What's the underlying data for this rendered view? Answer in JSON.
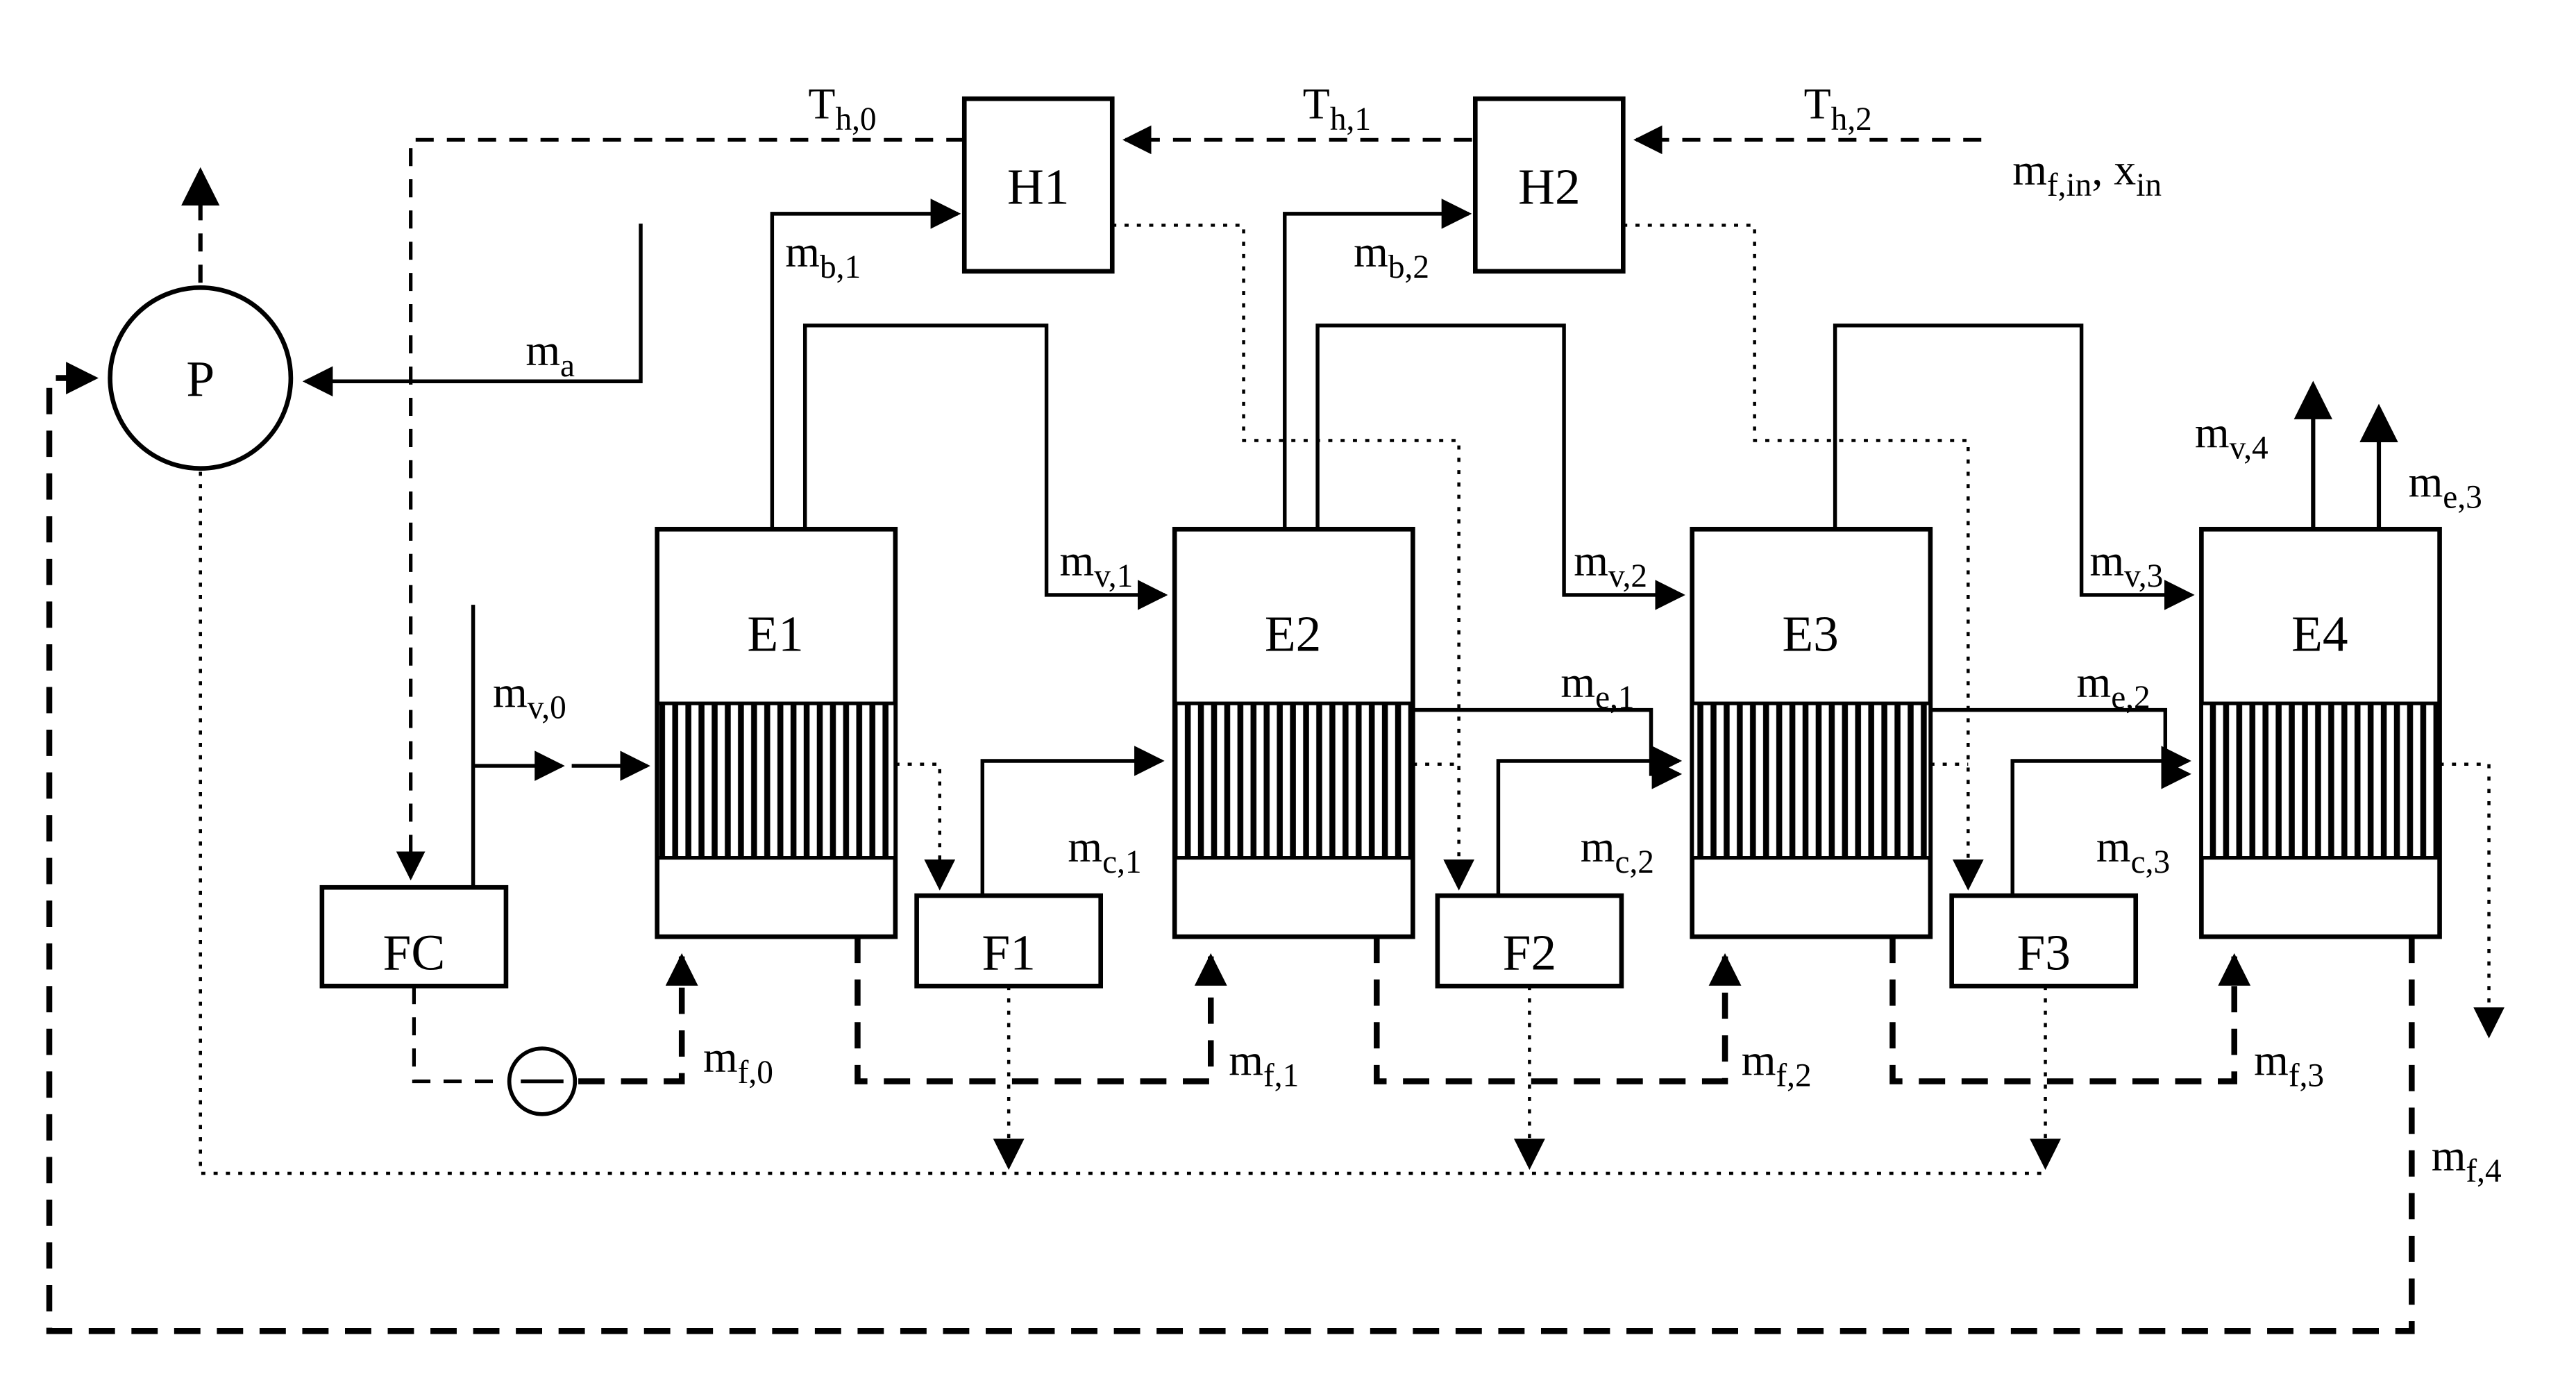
{
  "figure": {
    "type": "process-flow-diagram",
    "description": "Four-effect evaporator train E1-E4 with vapor-bleed heaters H1/H2, flash vessels F1-F3, vacuum pump P, and feed flow controller FC with control valve"
  },
  "colors": {
    "ink": "#000000",
    "background": "#ffffff"
  },
  "nodes": {
    "pump": {
      "label": "P"
    },
    "heater1": {
      "label": "H1"
    },
    "heater2": {
      "label": "H2"
    },
    "effect1": {
      "label": "E1"
    },
    "effect2": {
      "label": "E2"
    },
    "effect3": {
      "label": "E3"
    },
    "effect4": {
      "label": "E4"
    },
    "flow_controller": {
      "label": "FC"
    },
    "flash1": {
      "label": "F1"
    },
    "flash2": {
      "label": "F2"
    },
    "flash3": {
      "label": "F3"
    }
  },
  "streams": {
    "th0": {
      "base": "T",
      "sub": "h,0"
    },
    "th1": {
      "base": "T",
      "sub": "h,1"
    },
    "th2": {
      "base": "T",
      "sub": "h,2"
    },
    "feed_in": {
      "base1": "m",
      "sub1": "f,in",
      "base2": ", x",
      "sub2": "in"
    },
    "ma": {
      "base": "m",
      "sub": "a"
    },
    "mb1": {
      "base": "m",
      "sub": "b,1"
    },
    "mb2": {
      "base": "m",
      "sub": "b,2"
    },
    "mv0": {
      "base": "m",
      "sub": "v,0"
    },
    "mv1": {
      "base": "m",
      "sub": "v,1"
    },
    "mv2": {
      "base": "m",
      "sub": "v,2"
    },
    "mv3": {
      "base": "m",
      "sub": "v,3"
    },
    "mv4": {
      "base": "m",
      "sub": "v,4"
    },
    "me1": {
      "base": "m",
      "sub": "e,1"
    },
    "me2": {
      "base": "m",
      "sub": "e,2"
    },
    "me3": {
      "base": "m",
      "sub": "e,3"
    },
    "mc1": {
      "base": "m",
      "sub": "c,1"
    },
    "mc2": {
      "base": "m",
      "sub": "c,2"
    },
    "mc3": {
      "base": "m",
      "sub": "c,3"
    },
    "mf0": {
      "base": "m",
      "sub": "f,0"
    },
    "mf1": {
      "base": "m",
      "sub": "f,1"
    },
    "mf2": {
      "base": "m",
      "sub": "f,2"
    },
    "mf3": {
      "base": "m",
      "sub": "f,3"
    },
    "mf4": {
      "base": "m",
      "sub": "f,4"
    }
  }
}
